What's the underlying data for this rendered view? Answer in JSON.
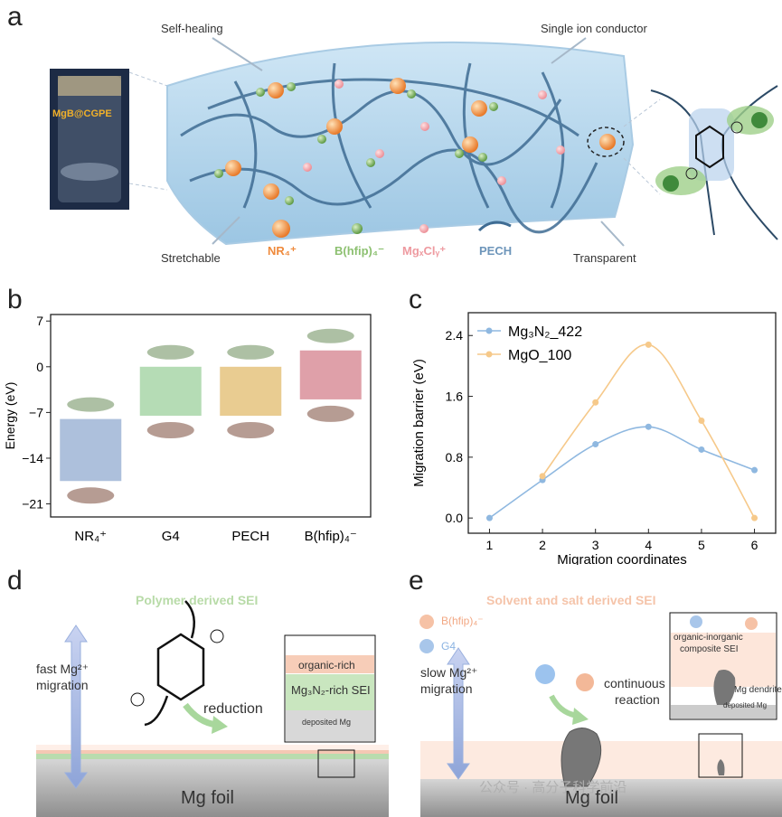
{
  "panel_a": {
    "letter": "a",
    "vial_label": "MgB@CGPE",
    "callouts": {
      "self_healing": "Self-healing",
      "single_ion": "Single ion conductor",
      "stretchable": "Stretchable",
      "transparent": "Transparent"
    },
    "legend": {
      "cation": "NR₄⁺",
      "anion": "B(hfip)₄⁻",
      "mg_cluster": "MgₓClᵧ⁺",
      "pech": "PECH"
    },
    "colors": {
      "cation": "#f08a3c",
      "anion": "#7db462",
      "mg_cluster": "#f19aa0",
      "pech": "#5b84a8"
    }
  },
  "panel_b": {
    "letter": "b",
    "ylabel": "Energy (eV)",
    "yticks": [
      "7",
      "0",
      "−7",
      "−14",
      "−21"
    ],
    "ylim": [
      -23,
      8
    ],
    "species": [
      {
        "name": "NR₄⁺",
        "lumo": -8,
        "homo": -17.5,
        "color": "#9fb5d6"
      },
      {
        "name": "G4",
        "lumo": 0,
        "homo": -7.5,
        "color": "#a8d6a8"
      },
      {
        "name": "PECH",
        "lumo": 0,
        "homo": -7.5,
        "color": "#e5c37e"
      },
      {
        "name": "B(hfip)₄⁻",
        "lumo": 2.5,
        "homo": -5,
        "color": "#d98f9a"
      }
    ]
  },
  "panel_c": {
    "letter": "c",
    "chart_data": {
      "type": "line",
      "xlabel": "Migration coordinates",
      "ylabel": "Migration barrier (eV)",
      "xlim": [
        0.6,
        6.4
      ],
      "ylim": [
        -0.2,
        2.7
      ],
      "xticks": [
        "1",
        "2",
        "3",
        "4",
        "5",
        "6"
      ],
      "yticks": [
        "0.0",
        "0.8",
        "1.6",
        "2.4"
      ],
      "legend_position": "top-left",
      "series": [
        {
          "name": "Mg₃N₂_422",
          "color": "#8fb8e0",
          "x": [
            1,
            2,
            3,
            4,
            5,
            6
          ],
          "y": [
            0.0,
            0.5,
            0.97,
            1.2,
            0.9,
            0.63
          ]
        },
        {
          "name": "MgO_100",
          "color": "#f6c98a",
          "x": [
            2,
            3,
            4,
            5,
            6
          ],
          "y": [
            0.55,
            1.52,
            2.28,
            1.28,
            0.0
          ]
        }
      ]
    }
  },
  "panel_d": {
    "letter": "d",
    "title": "Polymer derived SEI",
    "migration_label_1": "fast Mg²⁺",
    "migration_label_2": "migration",
    "reduction": "reduction",
    "foil": "Mg foil",
    "inset": {
      "top": "organic-rich",
      "middle": "Mg₃N₂-rich SEI",
      "bottom": "deposited Mg"
    }
  },
  "panel_e": {
    "letter": "e",
    "title": "Solvent and salt derived SEI",
    "legend_anion": "B(hfip)₄⁻",
    "legend_g4": "G4",
    "migration_label_1": "slow Mg²⁺",
    "migration_label_2": "migration",
    "reaction_1": "continuous",
    "reaction_2": "reaction",
    "foil": "Mg foil",
    "inset": {
      "top_1": "organic-inorganic",
      "top_2": "composite SEI",
      "dendrite": "Mg dendrite",
      "bottom": "deposited Mg"
    },
    "watermark": "公众号 · 高分子科学前沿"
  }
}
